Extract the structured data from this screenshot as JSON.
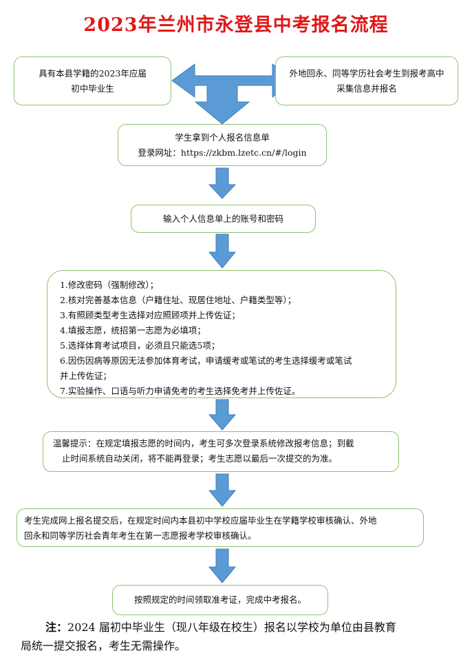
{
  "title": "2023年兰州市永登县中考报名流程",
  "colors": {
    "title": "#e01818",
    "border": "#8dc26a",
    "arrow": "#5b9bd5"
  },
  "box_left": {
    "line1": "具有本县学籍的2023年应届",
    "line2": "初中毕业生"
  },
  "box_right": {
    "line1": "外地回永、同等学历社会考生到报考高中",
    "line2": "采集信息并报名"
  },
  "box_info": {
    "line1": "学生拿到个人报名信息单",
    "line2": "登录网址：https://zkbm.lzetc.cn/#/login"
  },
  "box_login": {
    "text": "输入个人信息单上的账号和密码"
  },
  "steps": [
    "1.修改密码（强制修改）；",
    "2.核对完善基本信息（户籍住址、现居住地址、户籍类型等）；",
    "3.有照顾类型考生选择对应照顾项并上传佐证；",
    "4.填报志愿，统招第一志愿为必填项；",
    "5.选择体育考试项目，必须且只能选5项；",
    "6.因伤因病等原因无法参加体育考试，申请缓考或笔试的考生选择缓考或笔试",
    "并上传佐证；",
    "7.实验操作、口语与听力申请免考的考生选择免考并上传佐证。"
  ],
  "tip": {
    "line1": "温馨提示：在规定填报志愿的时间内，考生可多次登录系统修改报考信息；到截",
    "line2": "止时间系统自动关闭，将不能再登录；考生志愿以最后一次提交的为准。"
  },
  "review": {
    "line1": "考生完成网上报名提交后，在规定时间内本县初中学校应届毕业生在学籍学校审核确认、外地",
    "line2": "回永和同等学历社会青年考生在第一志愿报考学校审核确认。"
  },
  "final": {
    "text": "按照规定的时间领取准考证，完成中考报名。"
  },
  "footer": {
    "label": "注：",
    "line1": "2024 届初中毕业生（现八年级在校生）报名以学校为单位由县教育",
    "line2": "局统一提交报名，考生无需操作。"
  }
}
